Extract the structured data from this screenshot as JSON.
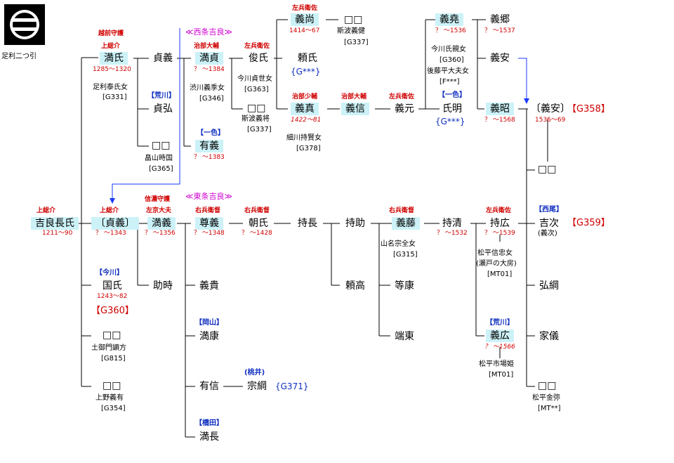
{
  "crest": {
    "icon": "ashikaga-futatsubiki-crest-icon",
    "label": "足利二つ引"
  },
  "colors": {
    "highlight": "#ccf2f8",
    "title_red": "#d00000",
    "clan_blue": "#1030c0",
    "branch_magenta": "#d000d0"
  },
  "branches": {
    "nishijo": "≪西条吉良≫",
    "higashijo": "≪東条吉良≫"
  },
  "persons": {
    "nagauji": {
      "name": "吉良長氏",
      "title": "上総介",
      "dates": "1211～90"
    },
    "mitsuuji": {
      "name": "満氏",
      "title": "上総介",
      "extra_title": "越前守護",
      "dates": "1285～1320",
      "spouse": "足利泰氏女",
      "gref": "[G331]"
    },
    "sadayoshi_w": {
      "name": "貞義"
    },
    "sadahiro": {
      "name": "貞弘",
      "clan": "【荒川】"
    },
    "nn1": {
      "name": "□□",
      "spouse": "畠山時国",
      "gref": "[G365]"
    },
    "mitsusada": {
      "name": "満貞",
      "title": "治部大輔",
      "dates": "？ ～1384",
      "spouse": "渋川義季女",
      "gref": "[G346]"
    },
    "ariyoshi": {
      "name": "有義",
      "clan": "【一色】",
      "dates": "？ ～1383"
    },
    "shunji": {
      "name": "俊氏",
      "title": "左兵衛佐",
      "spouse": "今川貞世女",
      "gref": "[G363]"
    },
    "yorinji": {
      "name": "頼氏",
      "gref": "{G***}"
    },
    "nn2": {
      "name": "□□",
      "spouse": "斯波義将",
      "gref": "[G337]"
    },
    "yoshinao": {
      "name": "義尚",
      "title": "左兵衛佐",
      "dates": "1414～67"
    },
    "nn3": {
      "name": "□□",
      "spouse": "斯波義健",
      "gref": "[G337]"
    },
    "yoshizane": {
      "name": "義真",
      "title": "治部少輔",
      "dates": "1422～81",
      "spouse": "細川持賢女",
      "gref": "[G378]"
    },
    "yoshinobu": {
      "name": "義信",
      "title": "治部大輔"
    },
    "yoshimoto": {
      "name": "義元",
      "title": "左兵衛佐"
    },
    "ujiaki": {
      "name": "氏明",
      "clan": "【一色】",
      "gref": "{G***}"
    },
    "yoshitaka": {
      "name": "義堯",
      "dates": "？ ～1536",
      "spouse1": "今川氏親女",
      "gref1": "[G360]",
      "spouse2": "後藤平大夫女",
      "gref2": "[F***]"
    },
    "yoshisato": {
      "name": "義郷",
      "dates": "？ ～1537"
    },
    "yoshiyasu": {
      "name": "義安"
    },
    "yoshiaki": {
      "name": "義昭",
      "dates": "？ ～1568"
    },
    "yoshiyasu2": {
      "name": "〔義安〕",
      "dates": "1536～69",
      "gref": "【G358】"
    },
    "nn4": {
      "name": "□□"
    },
    "sadayoshi": {
      "name": "〔貞義〕",
      "title": "上総介",
      "dates": "？ ～1343"
    },
    "mitsuyoshi": {
      "name": "満義",
      "title": "左京大夫",
      "extra_title": "信濃守護",
      "dates": "？ ～1356"
    },
    "takayoshi": {
      "name": "尊義",
      "title": "右兵衛督",
      "dates": "？ ～1348"
    },
    "tomouji": {
      "name": "朝氏",
      "title": "右兵衛督",
      "dates": "？ ～1428"
    },
    "mochinaga": {
      "name": "持長"
    },
    "mochisuke": {
      "name": "持助"
    },
    "yoshifuji": {
      "name": "義藤",
      "title": "右兵衛督",
      "spouse": "山名宗全女",
      "gref": "[G315]"
    },
    "mochikiyo": {
      "name": "持清",
      "dates": "？ ～1532"
    },
    "mochihiro": {
      "name": "持広",
      "title": "左兵衛佐",
      "dates": "？ ～1539",
      "spouse": "松平信忠女",
      "spouse2": "(瀬戸の大房)",
      "gref": "[MT01]"
    },
    "yoshitsugu": {
      "name": "吉次",
      "clan": "【西尾】",
      "alias": "(義次)",
      "gref": "【G359】"
    },
    "yorutaka": {
      "name": "頼高"
    },
    "toko": {
      "name": "等康"
    },
    "tanto": {
      "name": "端東"
    },
    "kokou": {
      "name": "弘綱"
    },
    "iesada": {
      "name": "家儀"
    },
    "yoshihiro": {
      "name": "義広",
      "clan": "【荒川】",
      "dates": "？ ～1566",
      "spouse": "松平市場姫",
      "gref": "[MT01]"
    },
    "nn5": {
      "name": "□□",
      "spouse": "松平金弥",
      "gref": "[MT**]"
    },
    "kuniuji": {
      "name": "国氏",
      "clan": "【今川】",
      "dates": "1243～82",
      "gref": "【G360】"
    },
    "nn6": {
      "name": "□□",
      "spouse": "土御門顕方",
      "gref": "[G815]"
    },
    "nn7": {
      "name": "□□",
      "spouse": "上野義有",
      "gref": "[G354]"
    },
    "sukitoki": {
      "name": "助時"
    },
    "yoshitaka2": {
      "name": "義貴"
    },
    "mitsuyasu": {
      "name": "満康",
      "clan": "【岡山】"
    },
    "arinobu": {
      "name": "有信"
    },
    "munetsuna": {
      "name": "宗綱",
      "clan": "(桃井)",
      "gref": "{G371}"
    },
    "mitsunaga": {
      "name": "満長",
      "clan": "【橋田】"
    }
  }
}
